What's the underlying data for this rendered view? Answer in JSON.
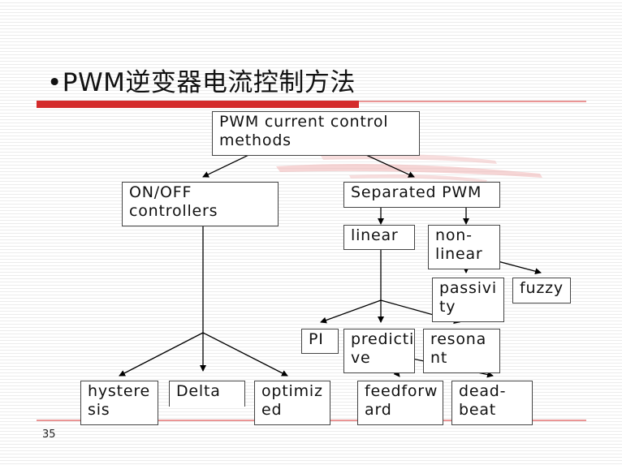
{
  "slide": {
    "title": "•PWM逆变器电流控制方法",
    "page_number": "35",
    "accent_color": "#d42b2b",
    "line_color": "#000000"
  },
  "nodes": {
    "root": "PWM current control\nmethods",
    "onoff": "ON/OFF\ncontrollers",
    "separated": "Separated PWM",
    "linear": "linear",
    "nonlinear": "non-\nlinear",
    "passivity": "passivi\nty",
    "fuzzy": "fuzzy",
    "pi": "PI",
    "predictive": "predicti\nve",
    "resonant": "resona\nnt",
    "hysteresis": "hystere\nsis",
    "delta": "Delta",
    "optimized": "optimiz\ned",
    "feedforward": "feedforw\nard",
    "deadbeat": "dead-\nbeat"
  }
}
